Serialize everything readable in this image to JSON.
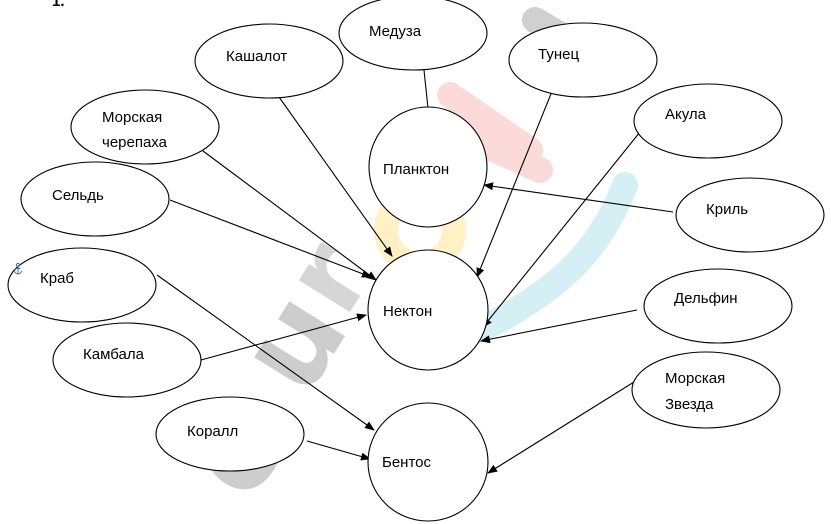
{
  "heading": "1.",
  "watermark": {
    "text": "eurokI",
    "colors": [
      "#b5b5b5",
      "#b5b5b5",
      "#ffe7a8",
      "#fbc6c6",
      "#bce7ef",
      "#b5b5b5"
    ]
  },
  "diagram": {
    "plankton": "Планктон",
    "nekton": "Нектон",
    "bentos": "Бентос",
    "kashalot": "Кашалот",
    "meduza": "Медуза",
    "tunets": "Тунец",
    "morskaya_cherepakha_line1": "Морская",
    "morskaya_cherepakha_line2": "черепаха",
    "akula": "Акула",
    "seld": "Сельдь",
    "kril": "Криль",
    "krab": "Краб",
    "delfin": "Дельфин",
    "kambala": "Камбала",
    "morskaya_zvezda_line1": "Морская",
    "morskaya_zvezda_line2": "Звезда",
    "korall": "Коралл"
  },
  "anchor_icon": "anchor-icon"
}
